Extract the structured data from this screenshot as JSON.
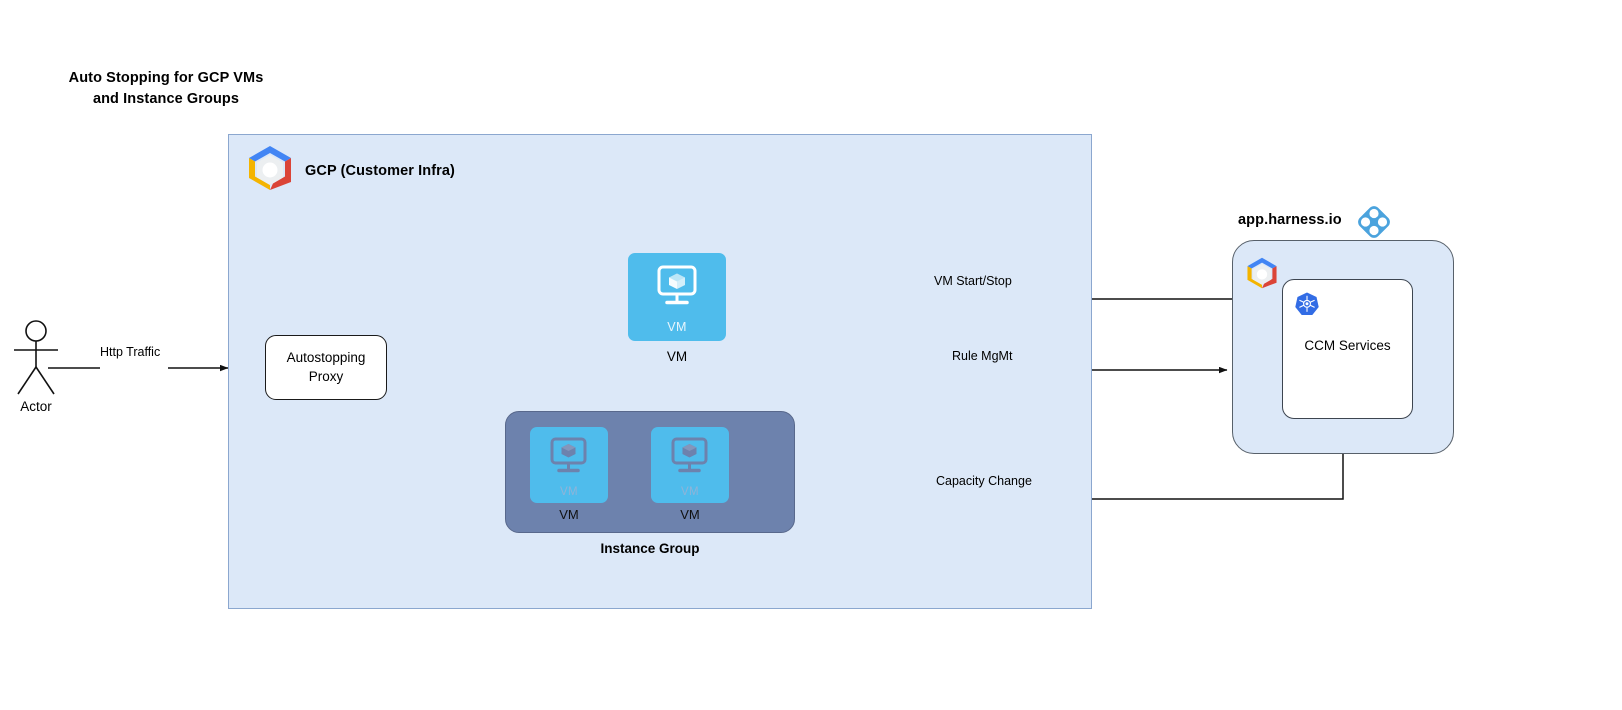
{
  "title": "Auto Stopping for GCP VMs\nand Instance Groups",
  "actor": {
    "label": "Actor",
    "icon": "actor-stick-figure-icon"
  },
  "gcp": {
    "label": "GCP (Customer Infra)",
    "logo_icon": "gcp-logo-icon",
    "proxy": {
      "label": "Autostopping\nProxy"
    },
    "vm": {
      "label": "VM",
      "inner_label": "VM",
      "icon": "vm-monitor-cube-icon"
    },
    "instance_group": {
      "label": "Instance Group",
      "vms": [
        {
          "caption": "VM",
          "inner_label": "VM",
          "icon": "vm-monitor-cube-icon"
        },
        {
          "caption": "VM",
          "inner_label": "VM",
          "icon": "vm-monitor-cube-icon"
        }
      ]
    }
  },
  "harness": {
    "label": "app.harness.io",
    "logo_icon": "harness-diamond-logo-icon",
    "gcp_logo_icon": "gcp-logo-icon",
    "ccm": {
      "label": "CCM Services",
      "icon": "kubernetes-logo-icon"
    }
  },
  "edges": [
    {
      "id": "http-traffic",
      "label": "Http Traffic"
    },
    {
      "id": "vm-start-stop",
      "label": "VM Start/Stop"
    },
    {
      "id": "rule-mgmt",
      "label": "Rule MgMt"
    },
    {
      "id": "capacity-change",
      "label": "Capacity Change"
    }
  ],
  "colors": {
    "gcp_container_fill": "#dce8f8",
    "gcp_container_border": "#8ba7cf",
    "vm_tile": "#4fbcec",
    "instance_group_fill": "#6d82ad",
    "harness_blue": "#4ba3dd",
    "k8s_blue": "#326ce5",
    "line": "#1a1a1a"
  }
}
